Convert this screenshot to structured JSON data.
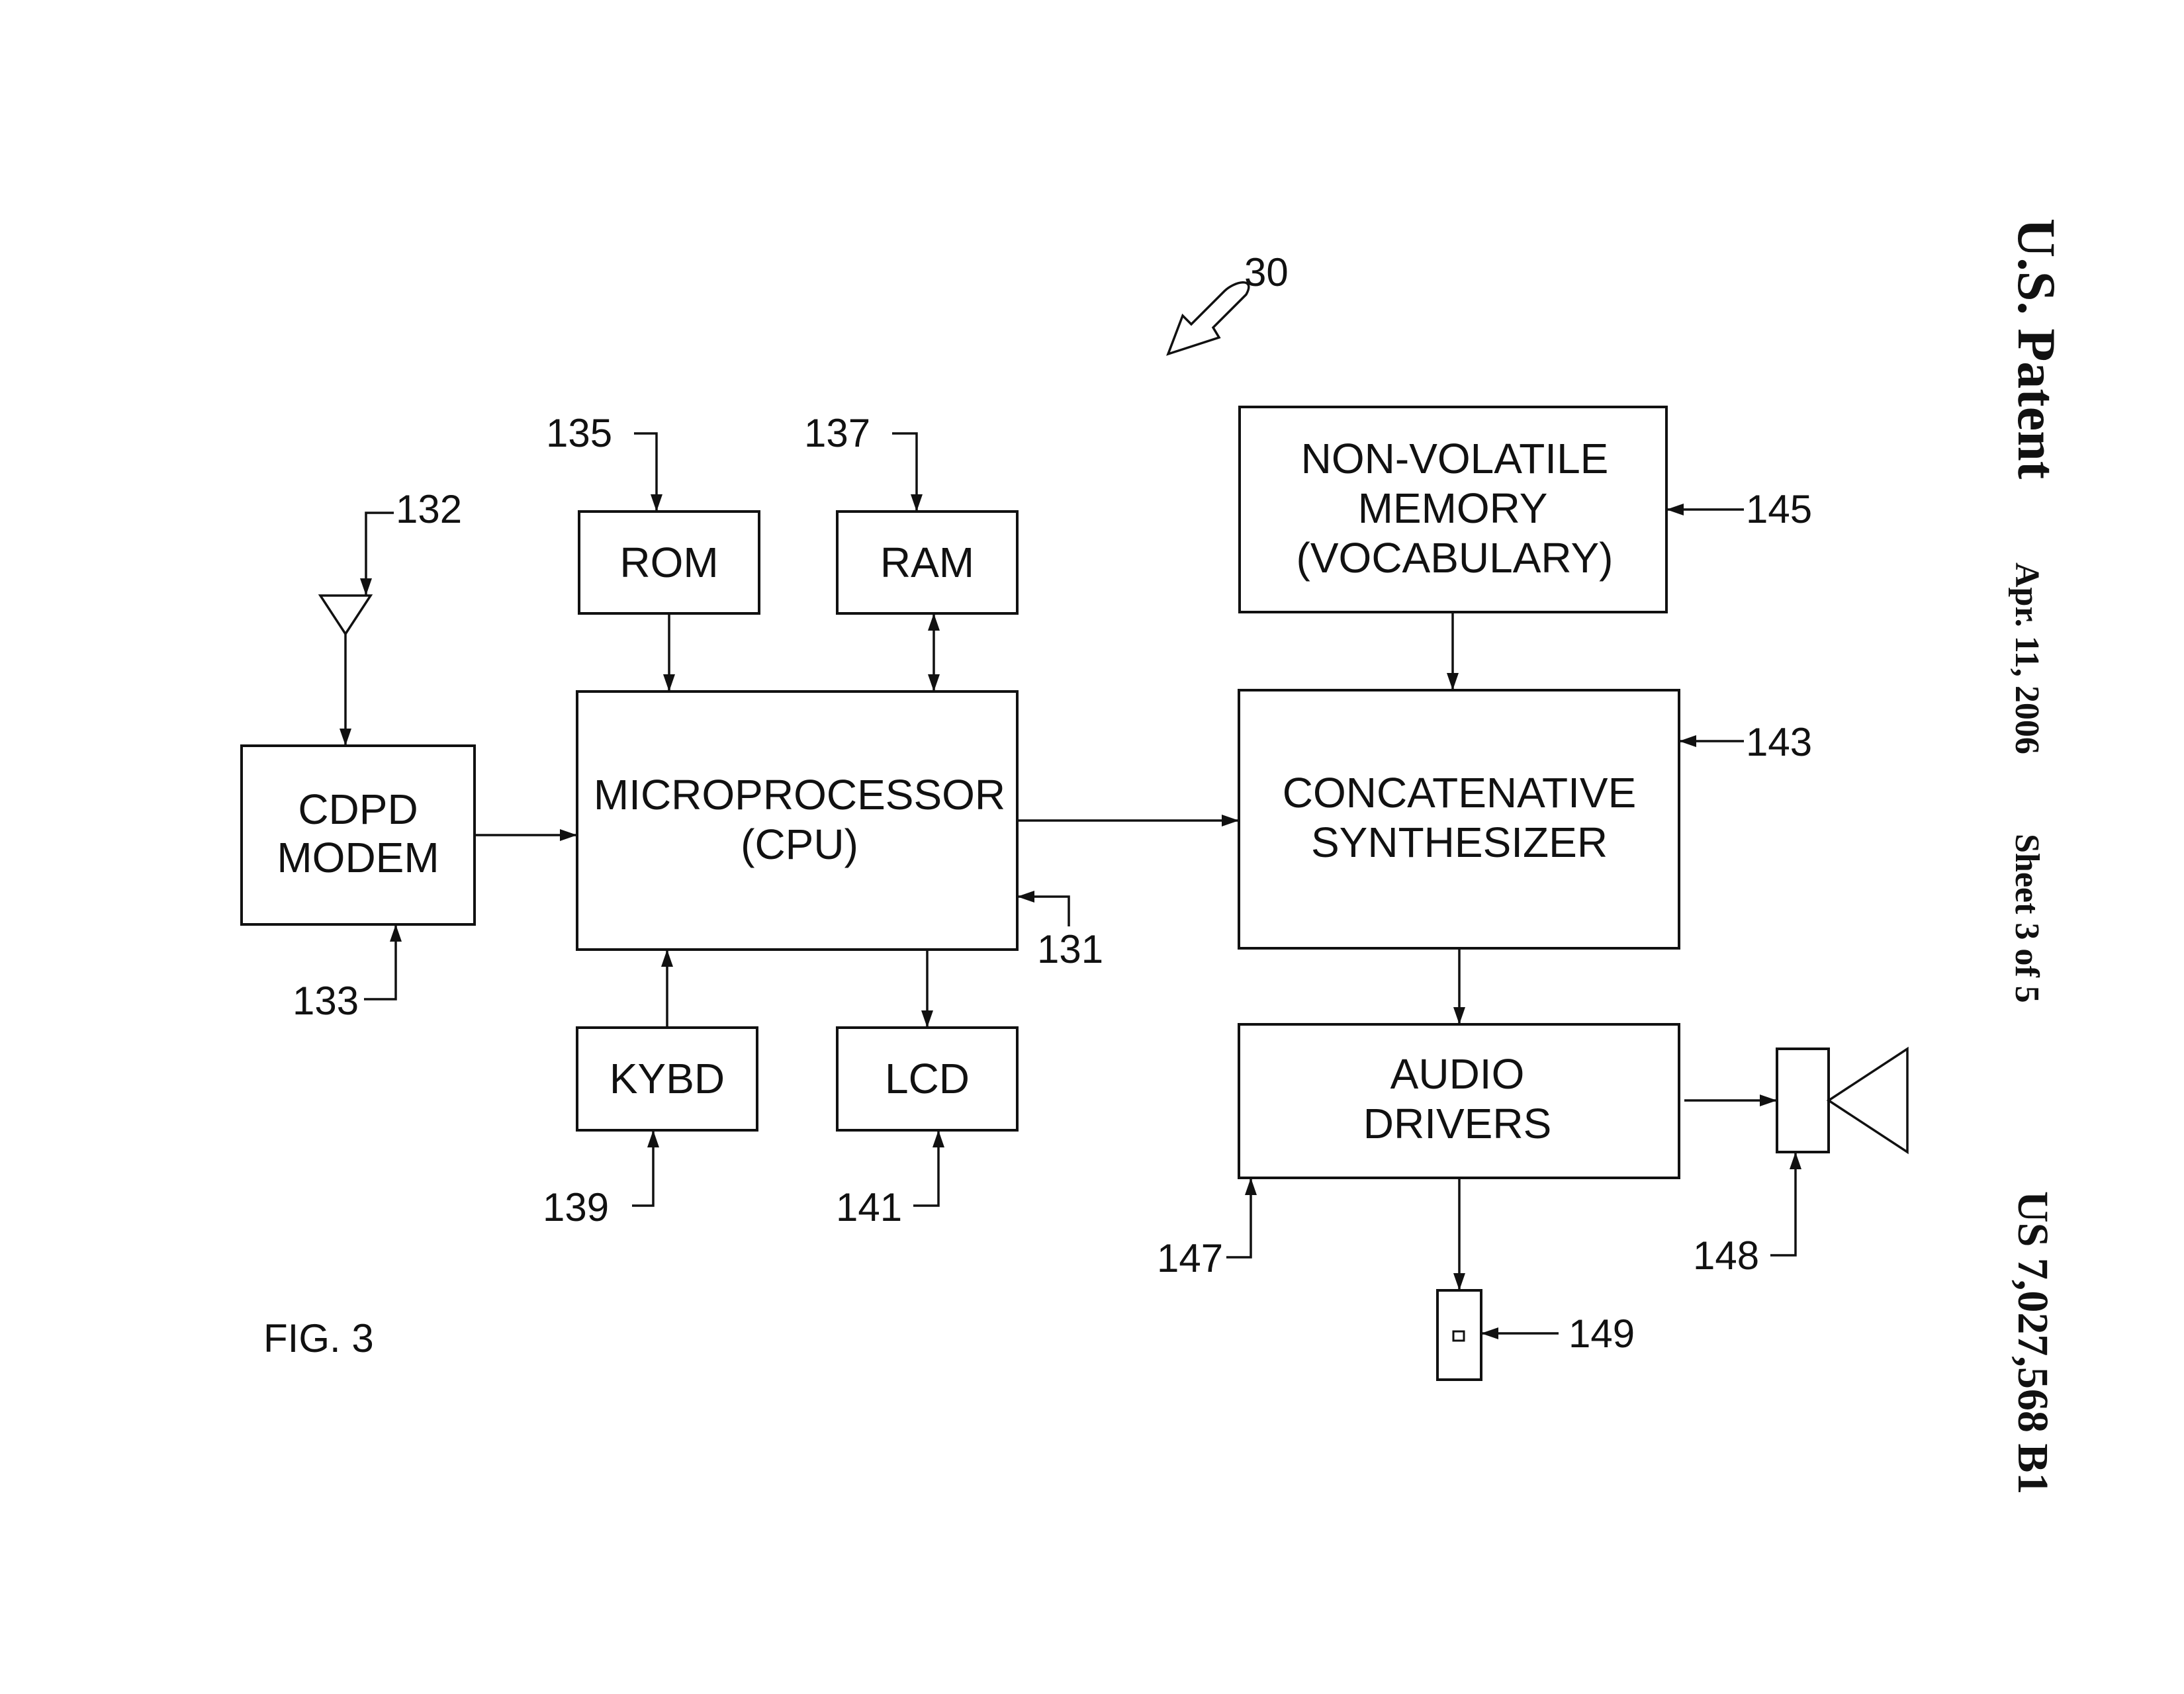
{
  "header": {
    "patent": "U.S. Patent",
    "date": "Apr. 11, 2006",
    "sheet": "Sheet 3 of 5",
    "number": "US 7,027,568 B1"
  },
  "figure_label": "FIG. 3",
  "blocks": {
    "rom": [
      "ROM"
    ],
    "ram": [
      "RAM"
    ],
    "cdpd": [
      "CDPD",
      "MODEM"
    ],
    "cpu": [
      "MICROPROCESSOR",
      "(CPU)"
    ],
    "kybd": [
      "KYBD"
    ],
    "lcd": [
      "LCD"
    ],
    "nvm": [
      "NON-VOLATILE",
      "MEMORY",
      "(VOCABULARY)"
    ],
    "synth": [
      "CONCATENATIVE",
      "SYNTHESIZER"
    ],
    "audio": [
      "AUDIO",
      "DRIVERS"
    ]
  },
  "refs": {
    "r30": "30",
    "r131": "131",
    "r132": "132",
    "r133": "133",
    "r135": "135",
    "r137": "137",
    "r139": "139",
    "r141": "141",
    "r143": "143",
    "r145": "145",
    "r147": "147",
    "r148": "148",
    "r149": "149"
  },
  "colors": {
    "ink": "#111111",
    "paper": "#ffffff"
  }
}
